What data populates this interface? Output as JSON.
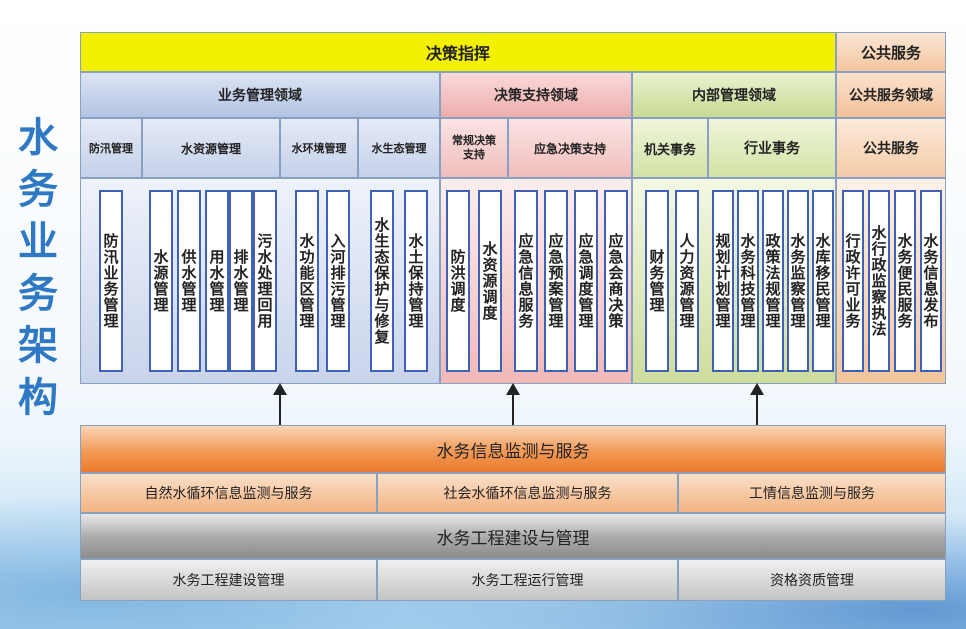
{
  "side_title": [
    "水",
    "务",
    "业",
    "务",
    "架",
    "构"
  ],
  "top": {
    "decision_command": "决策指挥",
    "public_service": "公共服务"
  },
  "domains": {
    "business": "业务管理领域",
    "decision": "决策支持领域",
    "internal": "内部管理领域",
    "public": "公共服务领域"
  },
  "subdomains": {
    "flood": "防汛管理",
    "water_resource": "水资源管理",
    "water_env": "水环境管理",
    "water_eco": "水生态管理",
    "routine_decision": "常规决策支持",
    "emergency_decision": "应急决策支持",
    "agency_affairs": "机关事务",
    "industry_affairs": "行业事务",
    "public_service": "公共服务"
  },
  "modules": {
    "flood": [
      "防汛业务管理"
    ],
    "water_resource": [
      "水源管理",
      "供水管理",
      "用水管理",
      "排水管理",
      "污水处理回用"
    ],
    "water_env": [
      "水功能区管理",
      "入河排污管理"
    ],
    "water_eco": [
      "水生态保护与修复",
      "水土保持管理"
    ],
    "routine_decision": [
      "防洪调度",
      "水资源调度"
    ],
    "emergency_decision": [
      "应急信息服务",
      "应急预案管理",
      "应急调度管理",
      "应急会商决策"
    ],
    "agency_affairs": [
      "财务管理",
      "人力资源管理"
    ],
    "industry_affairs": [
      "规划计划管理",
      "水务科技管理",
      "政策法规管理",
      "水务监察管理",
      "水库移民管理"
    ],
    "public_service": [
      "行政许可业务",
      "水行政监察执法",
      "水务便民服务",
      "水务信息发布"
    ]
  },
  "monitoring": {
    "title": "水务信息监测与服务",
    "items": [
      "自然水循环信息监测与服务",
      "社会水循环信息监测与服务",
      "工情信息监测与服务"
    ]
  },
  "engineering": {
    "title": "水务工程建设与管理",
    "items": [
      "水务工程建设管理",
      "水务工程运行管理",
      "资格资质管理"
    ]
  },
  "colors": {
    "yellow": "#f3f000",
    "blue_band": "#b7c6e4",
    "pink_band": "#f0b5b5",
    "green_band": "#cfe0a0",
    "orange_band": "#f6c9a3",
    "monitor_orange": "#ef7d2e",
    "engineer_gray": "#8f8f8f",
    "side_title": "#2e78c4"
  }
}
